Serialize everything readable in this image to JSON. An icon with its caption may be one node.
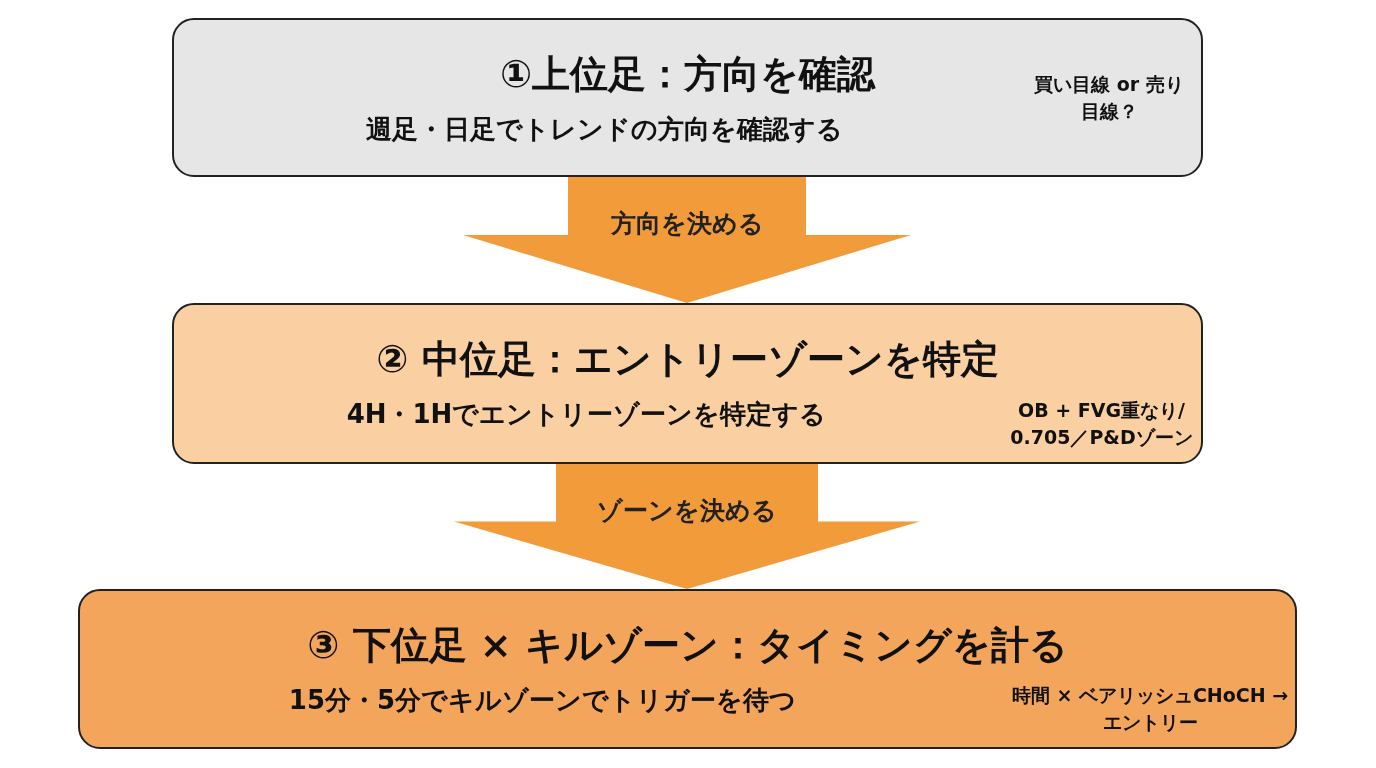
{
  "diagram": {
    "nodes": [
      {
        "text": [
          "①上位足：方向を確認",
          "週足・日足でトレンドの方向を確認する",
          "買い目線 or 売り目線？"
        ]
      },
      {
        "text": [
          "② 中位足：エントリーゾーンを特定",
          "4H・1Hでエントリーゾーンを特定する",
          "OB + FVG重なり/ 0.705／P&Dゾーン"
        ]
      },
      {
        "text": [
          "③ 下位足 × キルゾーン：タイミングを計る",
          "15分・5分でキルゾーンでトリガーを待つ",
          "時間 × ベアリッシュCHoCH → エントリー"
        ]
      }
    ],
    "edges": [
      {
        "from": 0,
        "to": 1,
        "arrow": "to",
        "label": "方向を決める"
      },
      {
        "from": 1,
        "to": 2,
        "arrow": "to",
        "label": "ゾーンを決める"
      }
    ]
  }
}
